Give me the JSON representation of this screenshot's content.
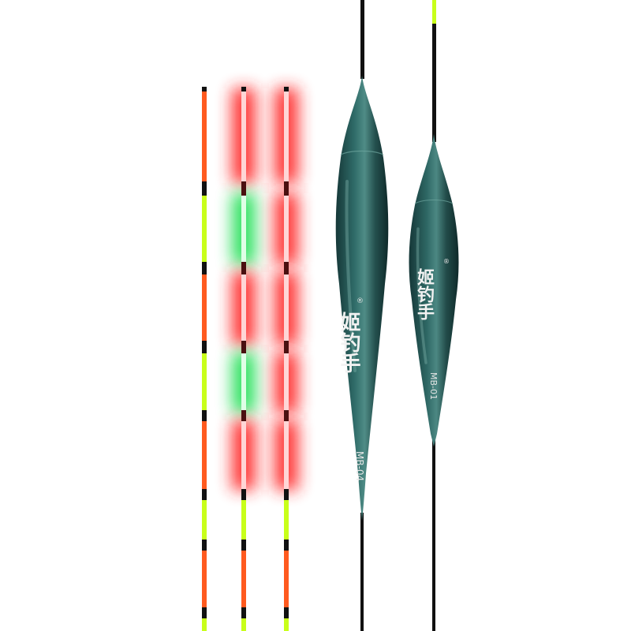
{
  "product": {
    "brand_text": "姬钓手",
    "registered_mark": "®",
    "floats": [
      {
        "model": "MB-04"
      },
      {
        "model": "MB-01"
      }
    ]
  },
  "colors": {
    "background": "#ffffff",
    "body_dark": "#1f4a4a",
    "body_mid": "#2f6b68",
    "body_highlight": "#5f9a94",
    "tip_orange": "#ff5a1f",
    "tip_yellow": "#c8ff1a",
    "glow_red": "#ff2b2b",
    "glow_green": "#27e05a",
    "stem_black": "#111111"
  },
  "icons": {
    "tips": [
      "float-tip-icon",
      "float-tip-red-glow-icon",
      "float-tip-mixed-glow-icon"
    ],
    "floats": [
      "float-body-icon",
      "float-body-icon"
    ]
  }
}
